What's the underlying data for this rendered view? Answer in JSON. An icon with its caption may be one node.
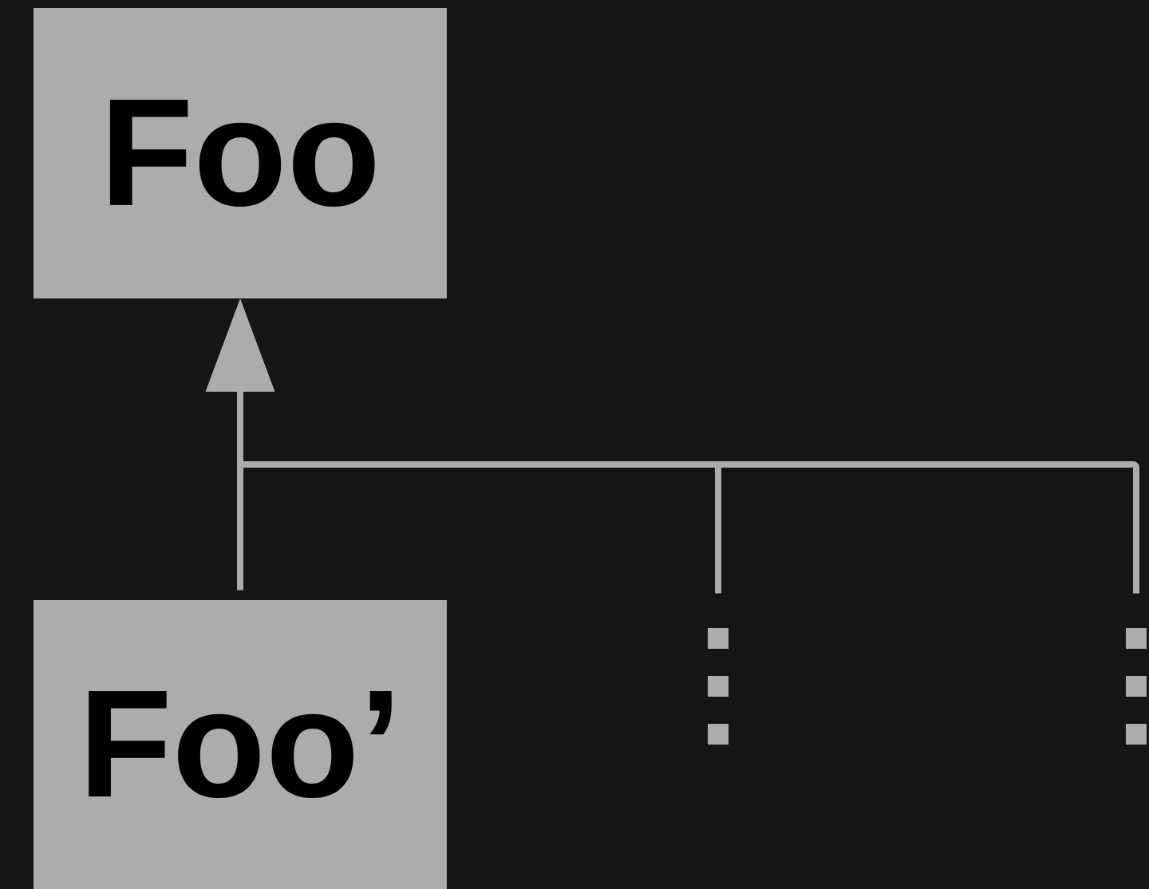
{
  "diagram": {
    "nodes": [
      {
        "text": [
          "Foo"
        ]
      },
      {
        "text": [
          "Foo’"
        ]
      },
      {
        "text": [],
        "shape": "dots"
      },
      {
        "text": [],
        "shape": "dots"
      }
    ],
    "edges": [
      {
        "from": 1,
        "to": 0,
        "arrow": "to"
      },
      {
        "from": 2,
        "to": 0,
        "arrow": "to"
      },
      {
        "from": 3,
        "to": 0,
        "arrow": "to"
      }
    ]
  }
}
